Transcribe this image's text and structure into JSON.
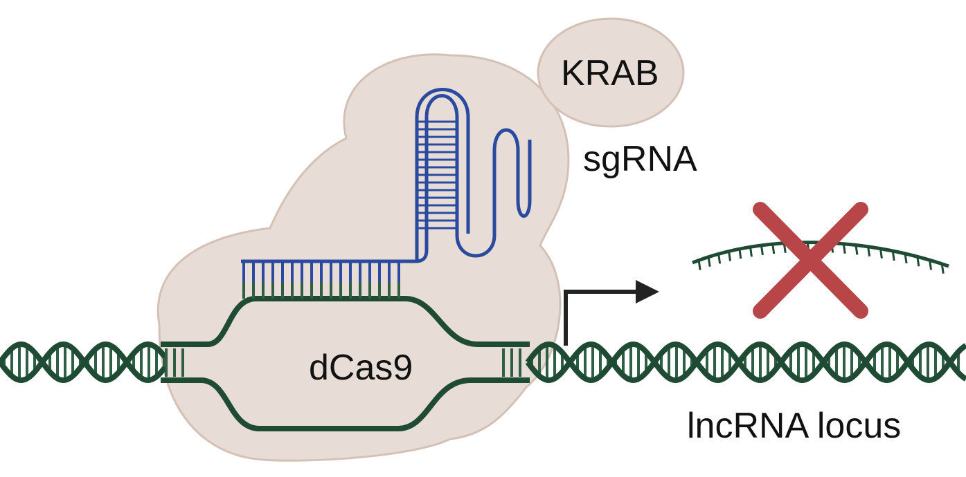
{
  "labels": {
    "effector": "KRAB",
    "guide": "sgRNA",
    "protein": "dCas9",
    "target": "lncRNA locus"
  },
  "icons": {
    "blocked_transcript": "x-mark-icon",
    "transcription_start": "arrow-right-icon"
  },
  "colors": {
    "protein_fill": "#e8ddd6",
    "protein_stroke": "#d4c1b6",
    "dna": "#1f4a33",
    "dna_rungs": "#2e5e44",
    "sgrna": "#2a4aa0",
    "cross": "#b84548",
    "arrow": "#222222"
  }
}
